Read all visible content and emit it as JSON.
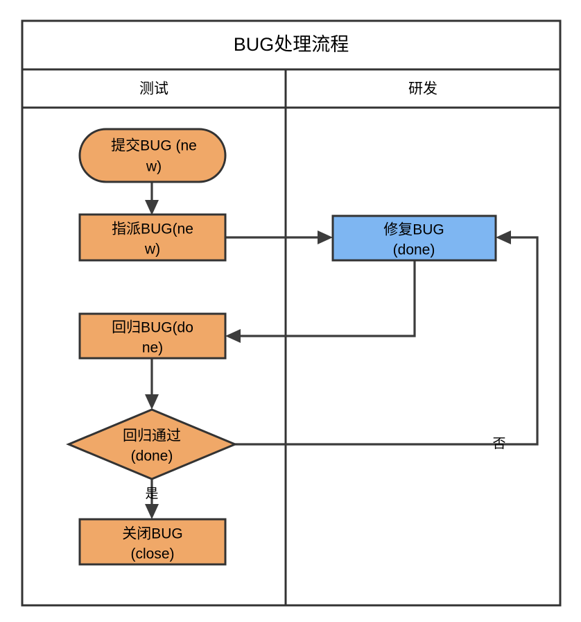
{
  "diagram": {
    "title": "BUG处理流程",
    "lanes": [
      {
        "id": "lane-test",
        "label": "测试"
      },
      {
        "id": "lane-dev",
        "label": "研发"
      }
    ],
    "colors": {
      "orange_fill": "#F0A868",
      "blue_fill": "#7EB6F2",
      "stroke": "#333333",
      "edge": "#3C3C3C",
      "background": "#FFFFFF",
      "text": "#000000"
    },
    "nodes": [
      {
        "id": "submit-bug",
        "shape": "stadium",
        "lane": "lane-test",
        "fill": "orange",
        "line1": "提交BUG (ne",
        "line2": "w)",
        "full_text": "提交BUG (new)"
      },
      {
        "id": "assign-bug",
        "shape": "rectangle",
        "lane": "lane-test",
        "fill": "orange",
        "line1": "指派BUG(ne",
        "line2": "w)",
        "full_text": "指派BUG(new)"
      },
      {
        "id": "fix-bug",
        "shape": "rectangle",
        "lane": "lane-dev",
        "fill": "blue",
        "line1": "修复BUG",
        "line2": "(done)",
        "full_text": "修复BUG(done)"
      },
      {
        "id": "regress-bug",
        "shape": "rectangle",
        "lane": "lane-test",
        "fill": "orange",
        "line1": "回归BUG(do",
        "line2": "ne)",
        "full_text": "回归BUG(done)"
      },
      {
        "id": "regress-pass",
        "shape": "diamond",
        "lane": "lane-test",
        "fill": "orange",
        "line1": "回归通过",
        "line2": "(done)",
        "full_text": "回归通过(done)"
      },
      {
        "id": "close-bug",
        "shape": "rectangle",
        "lane": "lane-test",
        "fill": "orange",
        "line1": "关闭BUG",
        "line2": "(close)",
        "full_text": "关闭BUG(close)"
      }
    ],
    "edges": [
      {
        "id": "edge-submit-assign",
        "from": "submit-bug",
        "to": "assign-bug",
        "label": ""
      },
      {
        "id": "edge-assign-fix",
        "from": "assign-bug",
        "to": "fix-bug",
        "label": ""
      },
      {
        "id": "edge-fix-regress",
        "from": "fix-bug",
        "to": "regress-bug",
        "label": ""
      },
      {
        "id": "edge-regress-decision",
        "from": "regress-bug",
        "to": "regress-pass",
        "label": ""
      },
      {
        "id": "edge-decision-close",
        "from": "regress-pass",
        "to": "close-bug",
        "label": "是"
      },
      {
        "id": "edge-decision-fix",
        "from": "regress-pass",
        "to": "fix-bug",
        "label": "否"
      }
    ]
  }
}
